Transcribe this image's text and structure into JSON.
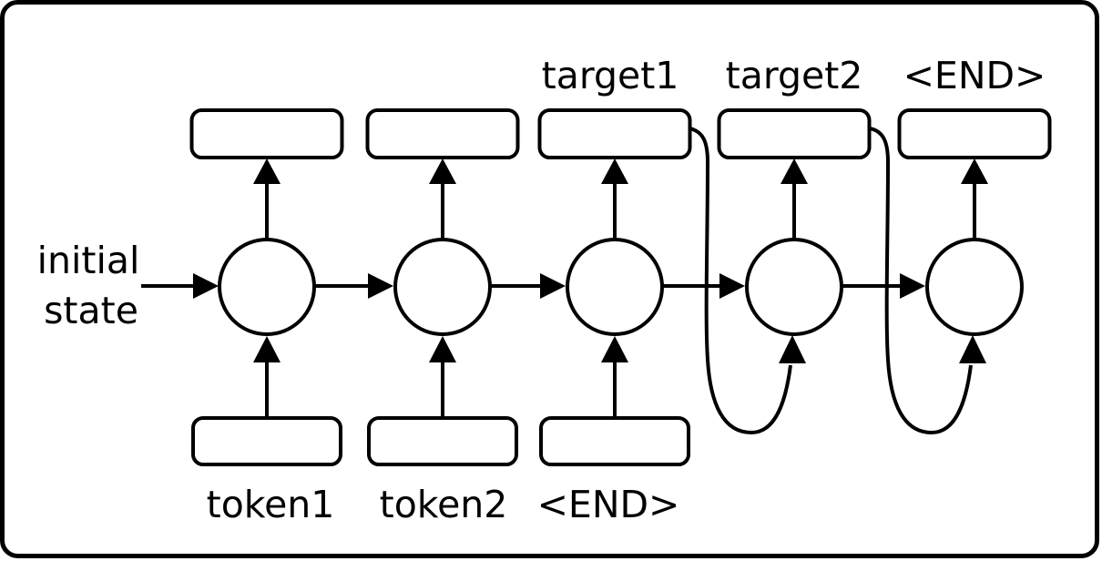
{
  "diagram": {
    "description": "sequence-to-sequence recurrent network unrolled over time",
    "colors": {
      "background": "#ffffff",
      "line": "#000000"
    },
    "left_label": {
      "line1": "initial",
      "line2": "state"
    },
    "top_labels": {
      "cell3": "target1",
      "cell4": "target2",
      "cell5": "<END>"
    },
    "bottom_labels": {
      "cell1": "token1",
      "cell2": "token2",
      "cell3": "<END>"
    }
  }
}
